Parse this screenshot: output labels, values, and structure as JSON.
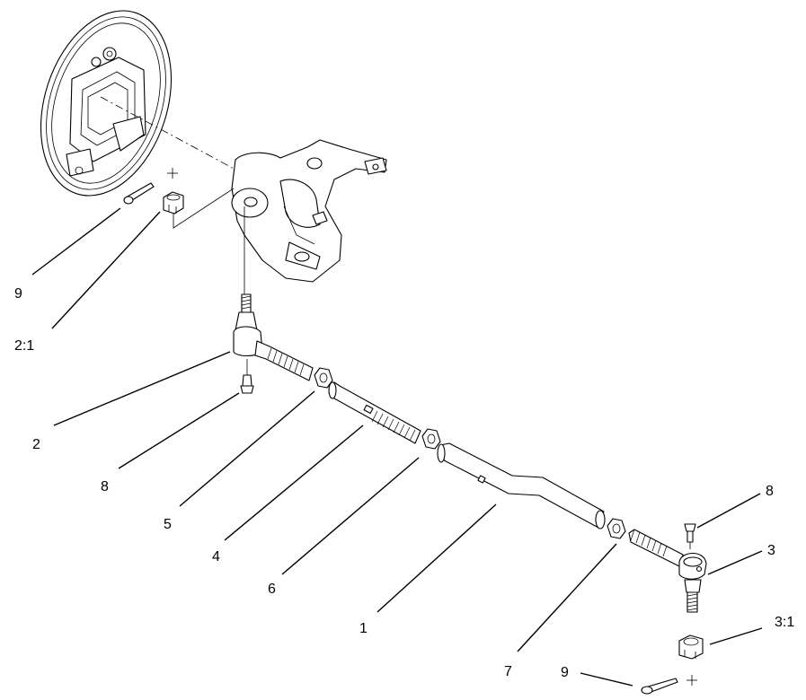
{
  "callouts": [
    {
      "id": "c-9-top",
      "text": "9"
    },
    {
      "id": "c-2-1",
      "text": "2:1"
    },
    {
      "id": "c-2",
      "text": "2"
    },
    {
      "id": "c-8-left",
      "text": "8"
    },
    {
      "id": "c-5",
      "text": "5"
    },
    {
      "id": "c-4",
      "text": "4"
    },
    {
      "id": "c-6",
      "text": "6"
    },
    {
      "id": "c-1",
      "text": "1"
    },
    {
      "id": "c-7",
      "text": "7"
    },
    {
      "id": "c-9-bottom",
      "text": "9"
    },
    {
      "id": "c-8-right",
      "text": "8"
    },
    {
      "id": "c-3",
      "text": "3"
    },
    {
      "id": "c-3-1",
      "text": "3:1"
    }
  ]
}
